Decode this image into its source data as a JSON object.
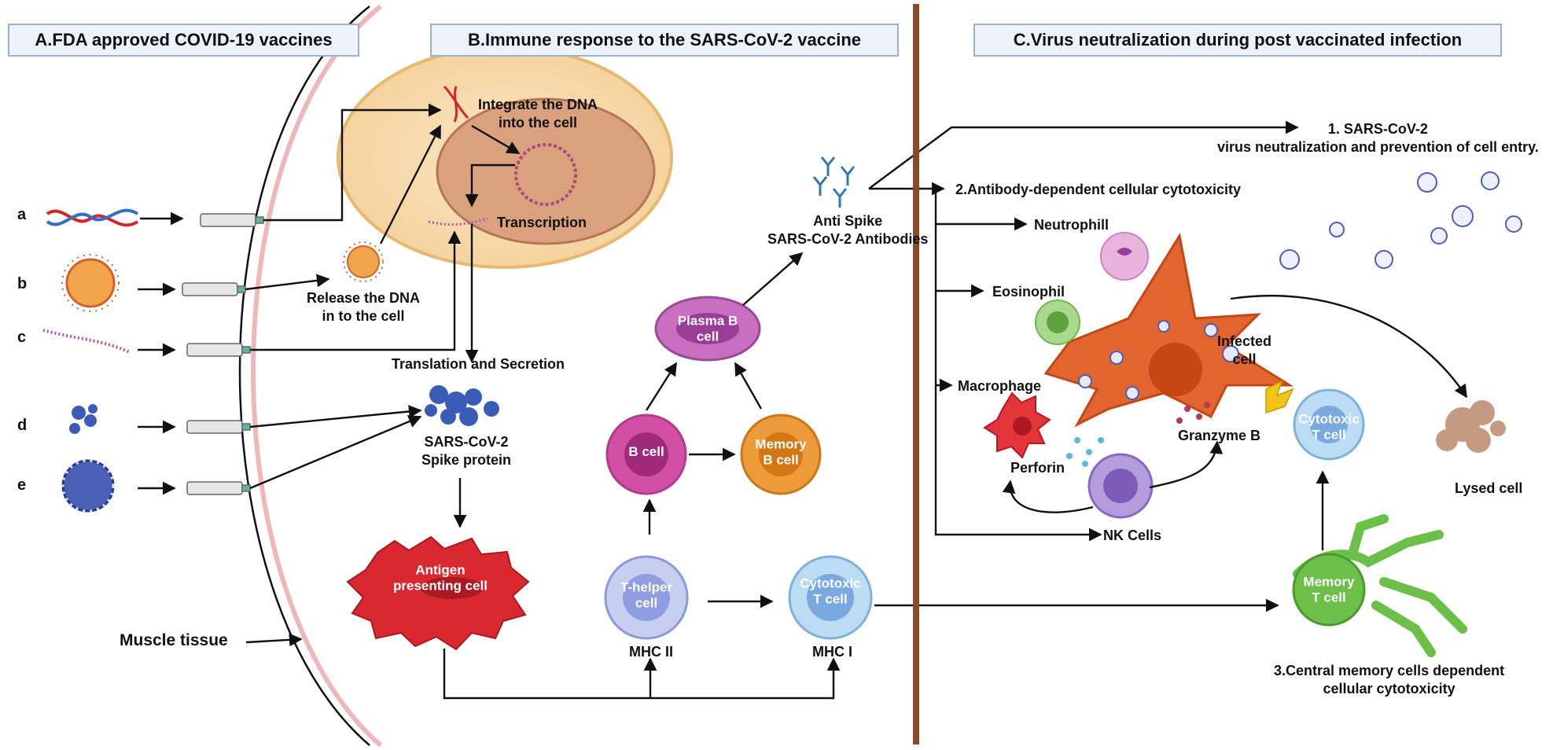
{
  "panels": {
    "a_title": "A.FDA approved COVID-19 vaccines",
    "b_title": "B.Immune response  to the SARS-CoV-2 vaccine",
    "c_title": "C.Virus neutralization during post vaccinated infection"
  },
  "vaccine_letters": [
    "a",
    "b",
    "c",
    "d",
    "e"
  ],
  "panel_a": {
    "integrate": "Integrate the DNA\ninto the cell",
    "transcription": "Transcription",
    "release": "Release the DNA\nin to the cell",
    "translation": "Translation and Secretion",
    "spike": "SARS-CoV-2\nSpike protein",
    "antigen_cell": "Antigen\npresenting cell",
    "muscle": "Muscle tissue"
  },
  "panel_b": {
    "plasma": "Plasma B\ncell",
    "bcell": "B cell",
    "memory_b": "Memory\nB cell",
    "thelper": "T-helper\ncell",
    "cytotoxic": "Cytotoxic\nT cell",
    "mhc2": "MHC II",
    "mhc1": "MHC I",
    "antibodies": "Anti Spike\nSARS-CoV-2 Antibodies"
  },
  "panel_c": {
    "outcome1": "1. SARS-CoV-2\nvirus neutralization and prevention of cell entry.",
    "adcc": "2.Antibody-dependent cellular cytotoxicity",
    "neutrophil": "Neutrophill",
    "eosinophil": "Eosinophil",
    "macrophage": "Macrophage",
    "infected": "Infected\ncell",
    "granzyme": "Granzyme B",
    "perforin": "Perforin",
    "nk": "NK Cells",
    "cytotoxic": "Cytotoxic\nT cell",
    "memory_t": "Memory\nT cell",
    "lysed": "Lysed cell",
    "outcome3": "3.Central memory cells dependent\ncellular cytotoxicity"
  },
  "colors": {
    "divider": "#8a4a25",
    "plasma": "#c86fc2",
    "bcell": "#d24fa6",
    "memory_b": "#ec9a3a",
    "thelper": "#9faee0",
    "cytotoxic": "#8fc3ea",
    "antigen": "#d9282f",
    "infected": "#e2642e",
    "memory_t": "#6cc04a",
    "nucleus": "#d9a17e",
    "cell_body": "#f7dcb1"
  }
}
